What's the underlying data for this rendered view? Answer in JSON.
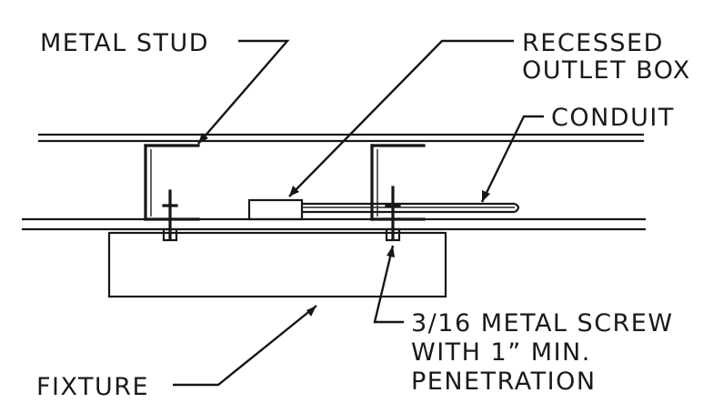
{
  "labels": {
    "metal_stud": "METAL STUD",
    "recessed_outlet_box": [
      "RECESSED",
      "OUTLET BOX"
    ],
    "conduit": "CONDUIT",
    "metal_screw": [
      "3/16 METAL SCREW",
      "WITH 1” MIN.",
      "PENETRATION"
    ],
    "fixture": "FIXTURE"
  }
}
